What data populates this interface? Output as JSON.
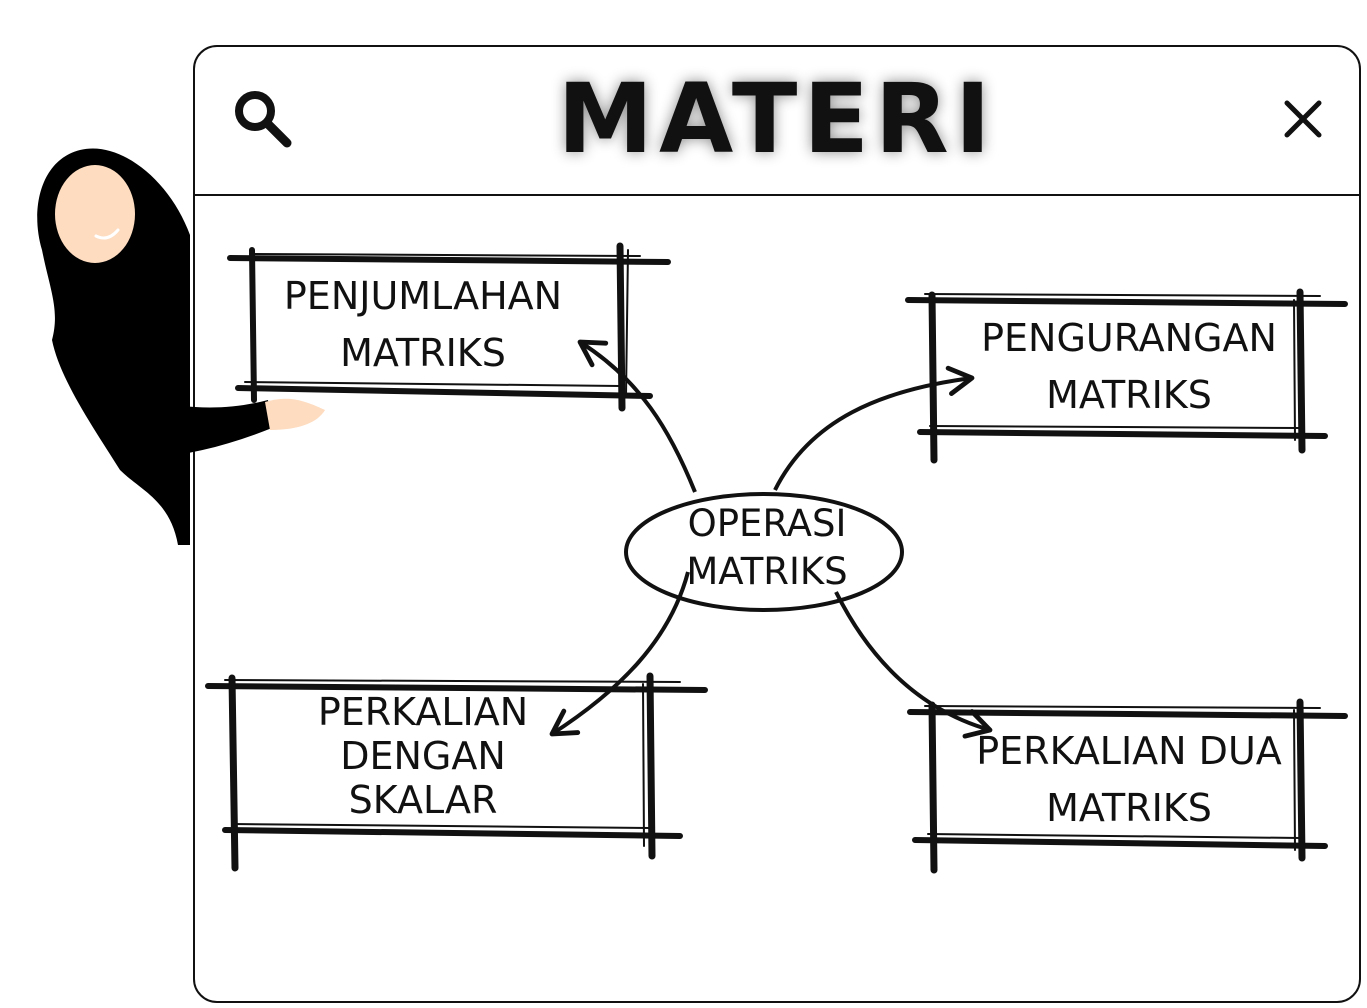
{
  "header": {
    "title": "MATERI",
    "search_icon": "search-icon",
    "close_icon": "close-icon"
  },
  "diagram": {
    "center": {
      "line1": "OPERASI",
      "line2": "MATRIKS"
    },
    "nodes": [
      {
        "line1": "PENJUMLAHAN",
        "line2": "MATRIKS"
      },
      {
        "line1": "PENGURANGAN",
        "line2": "MATRIKS"
      },
      {
        "line1": "PERKALIAN",
        "line2": "DENGAN",
        "line3": "SKALAR"
      },
      {
        "line1": "PERKALIAN DUA",
        "line2": "MATRIKS"
      }
    ]
  },
  "illustration": {
    "name": "hijab-woman-presenting"
  },
  "colors": {
    "ink": "#111111",
    "skin": "#fddcc0",
    "background": "#ffffff"
  }
}
